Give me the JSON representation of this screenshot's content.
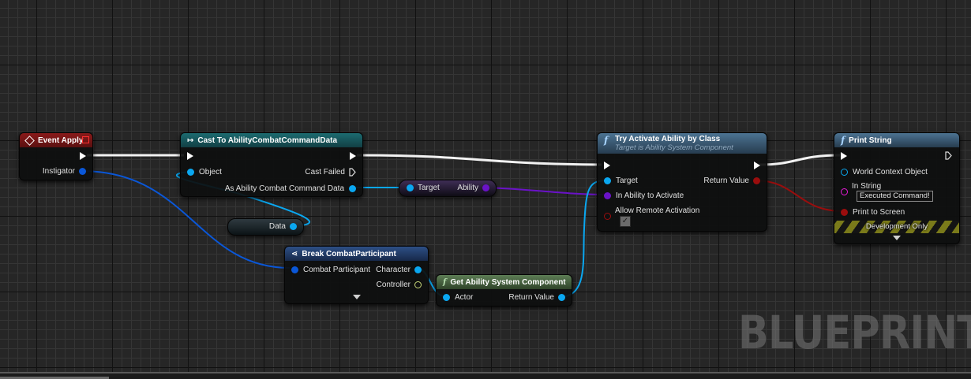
{
  "watermark": "BLUEPRINT",
  "colors": {
    "exec_wire": "#ffffff",
    "object_pin": "#0aa7f0",
    "struct_pin": "#0a57d8",
    "class_pin": "#6a12c8",
    "bool_pin": "#9a0d0d",
    "string_pin": "#e81ad8",
    "event_header": "#8a1a1a",
    "cast_header": "#1c6b70",
    "function_header": "#4c7392",
    "struct_header": "#2d4f86",
    "pure_header": "#5d7d55"
  },
  "nodes": {
    "event_apply": {
      "title": "Event Apply",
      "icon": "event-diamond-icon",
      "pins": {
        "instigator": "Instigator"
      }
    },
    "cast": {
      "title": "Cast To AbilityCombatCommandData",
      "icon": "cast-arrow-icon",
      "pins": {
        "object": "Object",
        "cast_failed": "Cast Failed",
        "as_data": "As Ability Combat Command Data"
      }
    },
    "data_getter": {
      "label": "Data"
    },
    "ability_getter": {
      "target": "Target",
      "ability": "Ability"
    },
    "break_participant": {
      "title": "Break CombatParticipant",
      "icon": "break-struct-icon",
      "pins": {
        "combat_participant": "Combat Participant",
        "character": "Character",
        "controller": "Controller"
      }
    },
    "get_asc": {
      "title": "Get Ability System Component",
      "icon": "function-f-icon",
      "pins": {
        "actor": "Actor",
        "return_value": "Return Value"
      }
    },
    "try_activate": {
      "title": "Try Activate Ability by Class",
      "subtitle": "Target is Ability System Component",
      "icon": "function-f-icon",
      "pins": {
        "target": "Target",
        "ability_to_activate": "In Ability to Activate",
        "allow_remote": "Allow Remote Activation",
        "return_value": "Return Value"
      },
      "allow_remote_checked": true
    },
    "print_string": {
      "title": "Print String",
      "icon": "function-f-icon",
      "pins": {
        "world_context": "World Context Object",
        "in_string": "In String",
        "in_string_value": "Executed Command!",
        "print_to_screen": "Print to Screen"
      },
      "dev_only": "Development Only"
    }
  }
}
